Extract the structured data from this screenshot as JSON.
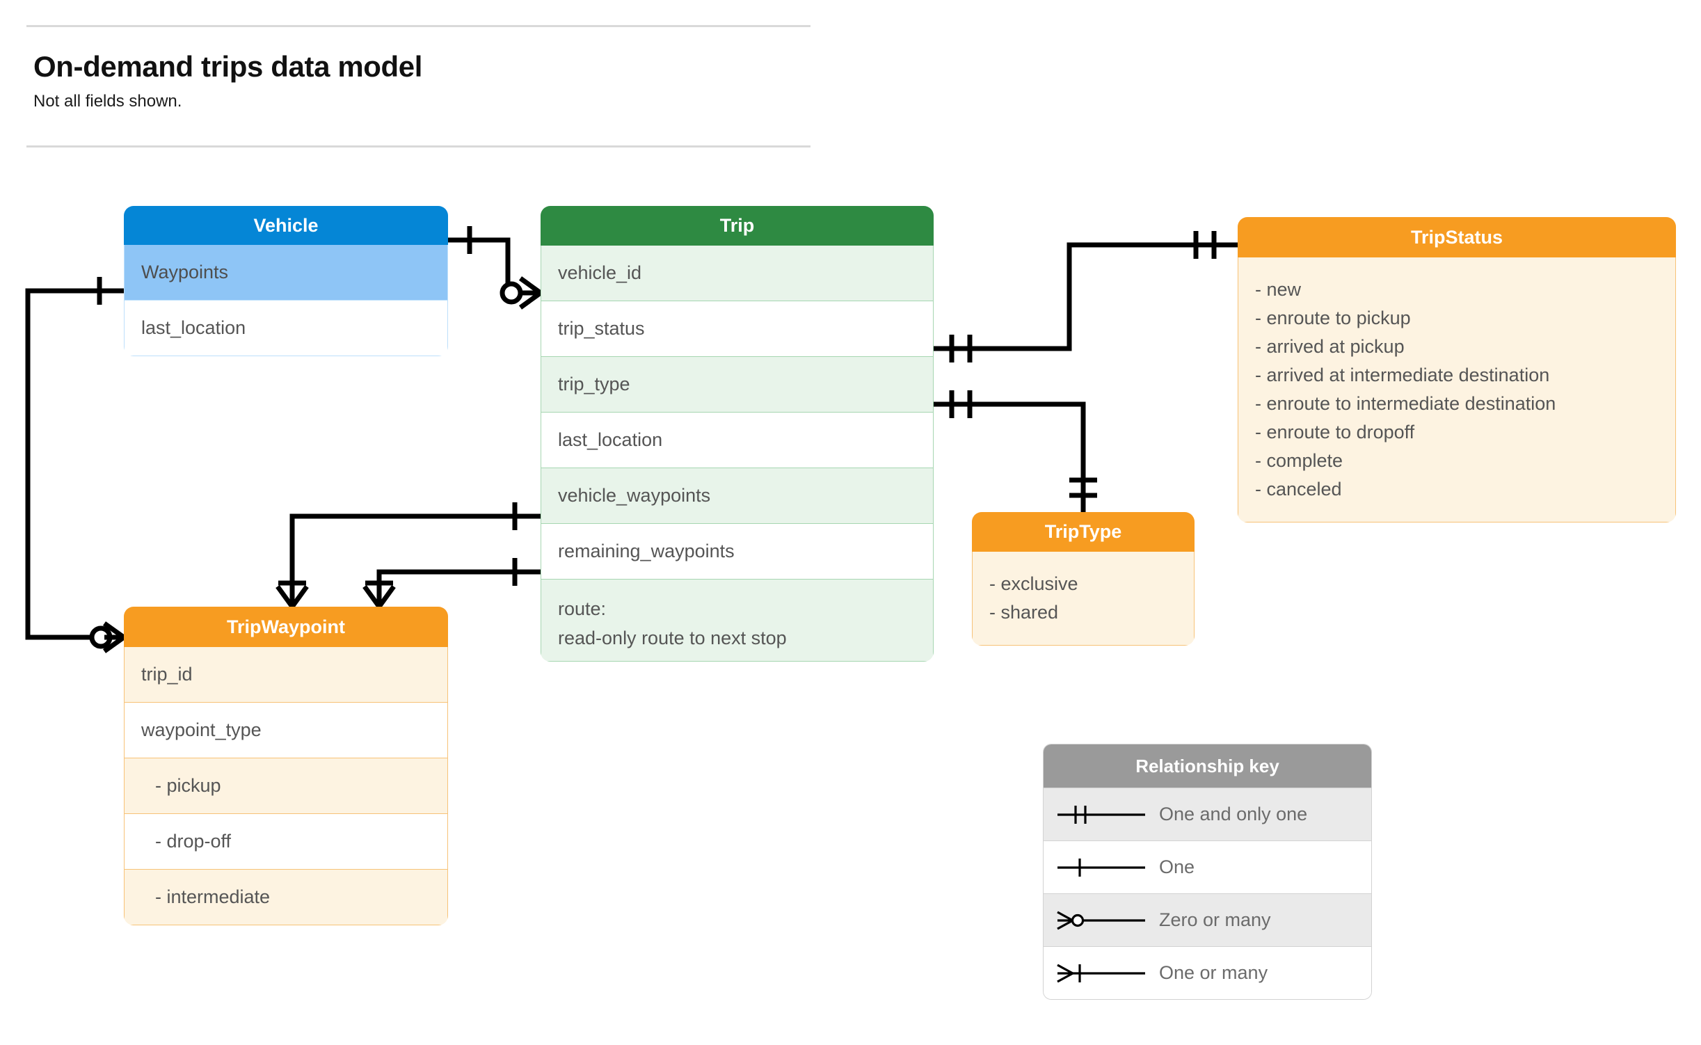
{
  "header": {
    "title": "On-demand trips data model",
    "subtitle": "Not all fields shown."
  },
  "colors": {
    "vehicle_header": "#0586d6",
    "vehicle_accent_row": "#8ec5f6",
    "trip_header": "#2e8a42",
    "trip_row": "#e8f4ea",
    "orange_header": "#f79c21",
    "orange_body": "#fdf3e1",
    "key_header": "#9a9a9a",
    "key_row": "#eaeaea",
    "text": "#555555",
    "rule": "#d9d9d9"
  },
  "entities": {
    "vehicle": {
      "title": "Vehicle",
      "rows": [
        {
          "label": "Waypoints",
          "style": "alt"
        },
        {
          "label": "last_location",
          "style": "plain"
        }
      ]
    },
    "trip": {
      "title": "Trip",
      "rows": [
        {
          "label": "vehicle_id",
          "style": "alt"
        },
        {
          "label": "trip_status",
          "style": "plain"
        },
        {
          "label": "trip_type",
          "style": "alt"
        },
        {
          "label": "last_location",
          "style": "plain"
        },
        {
          "label": "vehicle_waypoints",
          "style": "alt"
        },
        {
          "label": "remaining_waypoints",
          "style": "plain"
        }
      ],
      "route_row": {
        "line1": "route:",
        "line2": "read-only route to next stop"
      }
    },
    "tripstatus": {
      "title": "TripStatus",
      "values": [
        "- new",
        "- enroute to pickup",
        "- arrived at pickup",
        "- arrived at intermediate destination",
        "- enroute to intermediate destination",
        "- enroute to dropoff",
        "- complete",
        "- canceled"
      ]
    },
    "triptype": {
      "title": "TripType",
      "values": [
        "- exclusive",
        "- shared"
      ]
    },
    "tripwaypoint": {
      "title": "TripWaypoint",
      "rows": [
        {
          "label": "trip_id",
          "style": "alt",
          "indent": false
        },
        {
          "label": "waypoint_type",
          "style": "plain",
          "indent": false
        },
        {
          "label": "-  pickup",
          "style": "alt",
          "indent": true
        },
        {
          "label": "-  drop-off",
          "style": "plain",
          "indent": true
        },
        {
          "label": "-  intermediate",
          "style": "alt",
          "indent": true
        }
      ]
    }
  },
  "relationship_key": {
    "title": "Relationship key",
    "items": [
      {
        "symbol": "one-and-only-one",
        "label": "One and only one"
      },
      {
        "symbol": "one",
        "label": "One"
      },
      {
        "symbol": "zero-or-many",
        "label": "Zero or many"
      },
      {
        "symbol": "one-or-many",
        "label": "One or many"
      }
    ]
  },
  "relationships": [
    {
      "from": "Vehicle",
      "from_cardinality": "one",
      "to": "Trip.vehicle_id",
      "to_cardinality": "zero-or-many"
    },
    {
      "from": "Vehicle.Waypoints",
      "from_cardinality": "one",
      "to": "TripWaypoint",
      "to_cardinality": "zero-or-many"
    },
    {
      "from": "Trip.trip_status",
      "from_cardinality": "one-and-only-one",
      "to": "TripStatus",
      "to_cardinality": "one-and-only-one"
    },
    {
      "from": "Trip.trip_type",
      "from_cardinality": "one-and-only-one",
      "to": "TripType",
      "to_cardinality": "one-and-only-one"
    },
    {
      "from": "Trip.vehicle_waypoints",
      "from_cardinality": "one",
      "to": "TripWaypoint",
      "to_cardinality": "one-or-many"
    },
    {
      "from": "Trip.remaining_waypoints",
      "from_cardinality": "one",
      "to": "TripWaypoint",
      "to_cardinality": "one-or-many"
    }
  ]
}
